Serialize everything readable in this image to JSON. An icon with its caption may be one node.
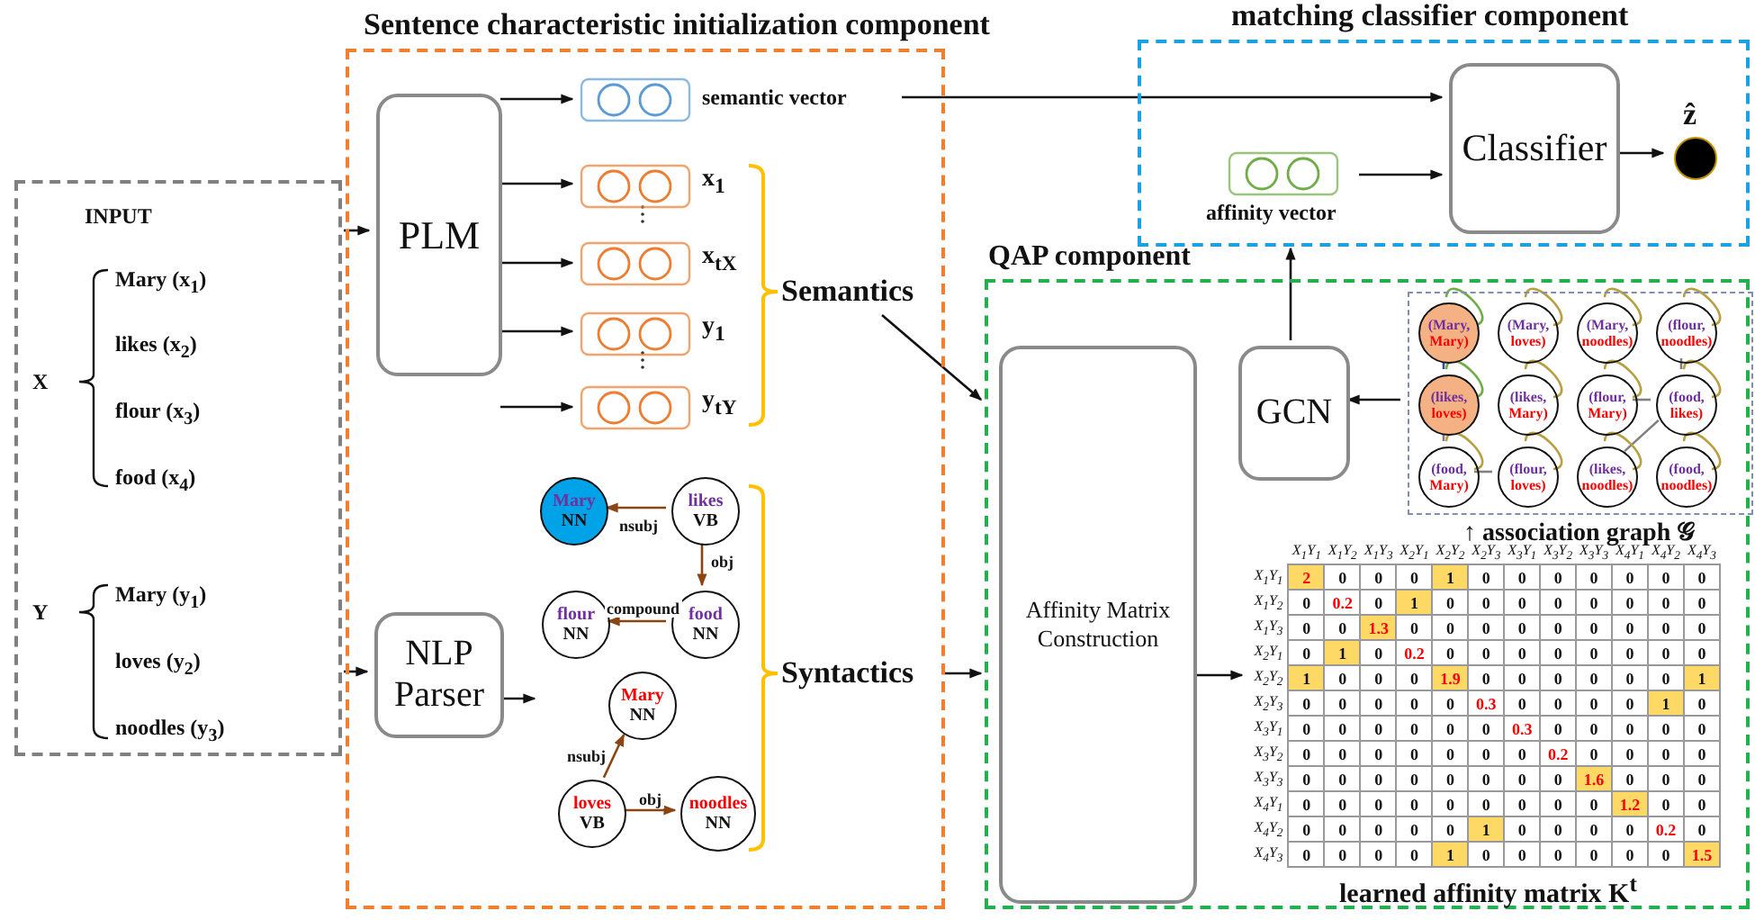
{
  "diagram": {
    "nodes": [
      {
        "text": [
          "INPUT"
        ]
      },
      {
        "text": [
          "X"
        ],
        "in": 0
      },
      {
        "text": [
          "Mary (x$_{1}$)"
        ],
        "in": 0
      },
      {
        "text": [
          "likes (x$_{2}$)"
        ],
        "in": 0
      },
      {
        "text": [
          "flour (x$_{3}$)"
        ],
        "in": 0
      },
      {
        "text": [
          "food (x$_{4}$)"
        ],
        "in": 0
      },
      {
        "text": [
          "Y"
        ],
        "in": 0
      },
      {
        "text": [
          "Mary (y$_{1}$)"
        ],
        "in": 0
      },
      {
        "text": [
          "loves (y$_{2}$)"
        ],
        "in": 0
      },
      {
        "text": [
          "noodles (y$_{3}$)"
        ],
        "in": 0
      },
      {
        "text": [
          "Sentence characteristic initialization component"
        ]
      },
      {
        "text": [
          "PLM"
        ],
        "in": 10
      },
      {
        "text": [
          "semantic vector"
        ],
        "in": 10
      },
      {
        "text": [
          "x$_{1}$"
        ],
        "in": 10
      },
      {
        "text": [
          "x$_{tX}$"
        ],
        "in": 10
      },
      {
        "text": [
          "y$_{1}$"
        ],
        "in": 10
      },
      {
        "text": [
          "y$_{tY}$"
        ],
        "in": 10
      },
      {
        "text": [
          "Semantics"
        ],
        "in": 10
      },
      {
        "text": [
          "NLP Parser"
        ],
        "in": 10
      },
      {
        "text": [
          "Mary",
          "NN"
        ],
        "in": 10
      },
      {
        "text": [
          "likes",
          "VB"
        ],
        "in": 10
      },
      {
        "text": [
          "flour",
          "NN"
        ],
        "in": 10
      },
      {
        "text": [
          "food",
          "NN"
        ],
        "in": 10
      },
      {
        "text": [
          "Mary",
          "NN"
        ],
        "in": 10
      },
      {
        "text": [
          "loves",
          "VB"
        ],
        "in": 10
      },
      {
        "text": [
          "noodles",
          "NN"
        ],
        "in": 10
      },
      {
        "text": [
          "Syntactics"
        ],
        "in": 10
      },
      {
        "text": [
          "matching classifier component"
        ]
      },
      {
        "text": [
          "affinity vector"
        ],
        "in": 27
      },
      {
        "text": [
          "Classifier"
        ],
        "in": 27
      },
      {
        "text": [
          "ẑ"
        ],
        "in": 27
      },
      {
        "text": [
          "QAP component"
        ]
      },
      {
        "text": [
          "Affinity Matrix Construction"
        ],
        "in": 31
      },
      {
        "text": [
          "GCN"
        ],
        "in": 31
      },
      {
        "text": [
          "↑ association graph 𝒢"
        ],
        "in": 31
      },
      {
        "text": [
          "(Mary,",
          "Mary)"
        ],
        "in": 34
      },
      {
        "text": [
          "(likes,",
          "loves)"
        ],
        "in": 34
      },
      {
        "text": [
          "(Mary,",
          "loves)"
        ],
        "in": 34
      },
      {
        "text": [
          "(likes,",
          "Mary)"
        ],
        "in": 34
      },
      {
        "text": [
          "(likes,",
          "noodles)"
        ],
        "in": 34
      },
      {
        "text": [
          "(food,",
          "Mary)"
        ],
        "in": 34
      },
      {
        "text": [
          "(Mary,",
          "noodles)"
        ],
        "in": 34
      },
      {
        "text": [
          "(flour,",
          "Mary)"
        ],
        "in": 34
      },
      {
        "text": [
          "(flour,",
          "loves)"
        ],
        "in": 34
      },
      {
        "text": [
          "(food,",
          "noodles)"
        ],
        "in": 34
      },
      {
        "text": [
          "(flour,",
          "noodles)"
        ],
        "in": 34
      },
      {
        "text": [
          "(food,",
          "likes)"
        ],
        "in": 34
      },
      {
        "text": [
          "X$_{1}$Y$_{1}$",
          "X$_{1}$Y$_{2}$",
          "X$_{1}$Y$_{3}$",
          "X$_{2}$Y$_{1}$",
          "X$_{2}$Y$_{2}$",
          "X$_{2}$Y$_{3}$",
          "X$_{3}$Y$_{1}$",
          "X$_{3}$Y$_{2}$",
          "X$_{3}$Y$_{3}$",
          "X$_{4}$Y$_{1}$",
          "X$_{4}$Y$_{2}$",
          "X$_{4}$Y$_{3}$",
          "X$_{1}$Y$_{1}$",
          "2",
          "0",
          "0",
          "0",
          "1",
          "0",
          "0",
          "0",
          "0",
          "0",
          "0",
          "0",
          "X$_{1}$Y$_{2}$",
          "0",
          "0.2",
          "0",
          "1",
          "0",
          "0",
          "0",
          "0",
          "0",
          "0",
          "0",
          "0",
          "X$_{1}$Y$_{3}$",
          "0",
          "0",
          "1.3",
          "0",
          "0",
          "0",
          "0",
          "0",
          "0",
          "0",
          "0",
          "0",
          "X$_{2}$Y$_{1}$",
          "0",
          "1",
          "0",
          "0.2",
          "0",
          "0",
          "0",
          "0",
          "0",
          "0",
          "0",
          "0",
          "X$_{2}$Y$_{2}$",
          "1",
          "0",
          "0",
          "0",
          "1.9",
          "0",
          "0",
          "0",
          "0",
          "0",
          "0",
          "1",
          "X$_{2}$Y$_{3}$",
          "0",
          "0",
          "0",
          "0",
          "0",
          "0.3",
          "0",
          "0",
          "0",
          "0",
          "1",
          "0",
          "X$_{3}$Y$_{1}$",
          "0",
          "0",
          "0",
          "0",
          "0",
          "0",
          "0.3",
          "0",
          "0",
          "0",
          "0",
          "0",
          "X$_{3}$Y$_{2}$",
          "0",
          "0",
          "0",
          "0",
          "0",
          "0",
          "0",
          "0.2",
          "0",
          "0",
          "0",
          "0",
          "X$_{3}$Y$_{3}$",
          "0",
          "0",
          "0",
          "0",
          "0",
          "0",
          "0",
          "0",
          "1.6",
          "0",
          "0",
          "0",
          "X$_{4}$Y$_{1}$",
          "0",
          "0",
          "0",
          "0",
          "0",
          "0",
          "0",
          "0",
          "0",
          "1.2",
          "0",
          "0",
          "X$_{4}$Y$_{2}$",
          "0",
          "0",
          "0",
          "0",
          "0",
          "1",
          "0",
          "0",
          "0",
          "0",
          "0.2",
          "0",
          "X$_{4}$Y$_{3}$",
          "0",
          "0",
          "0",
          "0",
          "1",
          "0",
          "0",
          "0",
          "0",
          "0",
          "0",
          "1.5",
          "learned affinity matrix K$^{t}$"
        ],
        "in": 31
      }
    ],
    "edges": [
      {
        "from": 0,
        "to": 11,
        "arrow": "to"
      },
      {
        "from": 0,
        "to": 18,
        "arrow": "to"
      },
      {
        "from": 11,
        "to": 12,
        "arrow": "to"
      },
      {
        "from": 11,
        "to": 13,
        "arrow": "to"
      },
      {
        "from": 11,
        "to": 14,
        "arrow": "to"
      },
      {
        "from": 11,
        "to": 15,
        "arrow": "to"
      },
      {
        "from": 11,
        "to": 16,
        "arrow": "to"
      },
      {
        "from": 18,
        "to": null,
        "arrow": "to"
      },
      {
        "from": 20,
        "to": 19,
        "label": "nsubj",
        "arrow": "to",
        "color": "#8b4513"
      },
      {
        "from": 20,
        "to": 22,
        "label": "obj",
        "arrow": "to",
        "color": "#8b4513"
      },
      {
        "from": 22,
        "to": 21,
        "label": "compound",
        "arrow": "to",
        "color": "#8b4513"
      },
      {
        "from": 24,
        "to": 23,
        "label": "nsubj",
        "arrow": "to",
        "color": "#8b4513"
      },
      {
        "from": 24,
        "to": 25,
        "label": "obj",
        "arrow": "to",
        "color": "#8b4513"
      },
      {
        "from": 12,
        "to": 29,
        "arrow": "to"
      },
      {
        "from": 17,
        "to": 31,
        "arrow": "to"
      },
      {
        "from": 26,
        "to": 31,
        "arrow": "to"
      },
      {
        "from": 32,
        "to": 47,
        "arrow": "to"
      },
      {
        "from": 34,
        "to": 33,
        "arrow": "to"
      },
      {
        "from": 33,
        "to": 27,
        "arrow": "to"
      },
      {
        "from": 28,
        "to": 29,
        "arrow": "to"
      },
      {
        "from": 29,
        "to": 30,
        "arrow": "to"
      },
      {
        "from": 35,
        "to": 36,
        "arrow": "none",
        "color": "#2f4f9f"
      },
      {
        "from": 36,
        "to": 40,
        "arrow": "none",
        "color": "#808080"
      },
      {
        "from": 39,
        "to": 46,
        "arrow": "none",
        "color": "#808080"
      },
      {
        "from": 42,
        "to": 46,
        "arrow": "none",
        "color": "#808080"
      },
      {
        "from": 45,
        "to": 46,
        "arrow": "none",
        "color": "#808080"
      },
      {
        "from": 43,
        "to": 40,
        "arrow": "none",
        "color": "#808080"
      },
      {
        "from": 35,
        "to": 35,
        "arrow": "none",
        "color": "#70ad47"
      },
      {
        "from": 36,
        "to": 36,
        "arrow": "none",
        "color": "#70ad47"
      },
      {
        "from": 37,
        "to": 37,
        "arrow": "none",
        "color": "#b8a040"
      },
      {
        "from": 38,
        "to": 38,
        "arrow": "none",
        "color": "#b8a040"
      },
      {
        "from": 39,
        "to": 39,
        "arrow": "none",
        "color": "#b8a040"
      },
      {
        "from": 40,
        "to": 40,
        "arrow": "none",
        "color": "#b8a040"
      },
      {
        "from": 41,
        "to": 41,
        "arrow": "none",
        "color": "#b8a040"
      },
      {
        "from": 42,
        "to": 42,
        "arrow": "none",
        "color": "#b8a040"
      },
      {
        "from": 43,
        "to": 43,
        "arrow": "none",
        "color": "#b8a040"
      },
      {
        "from": 44,
        "to": 44,
        "arrow": "none",
        "color": "#b8a040"
      },
      {
        "from": 45,
        "to": 45,
        "arrow": "none",
        "color": "#b8a040"
      },
      {
        "from": 46,
        "to": 46,
        "arrow": "none",
        "color": "#b8a040"
      }
    ]
  }
}
